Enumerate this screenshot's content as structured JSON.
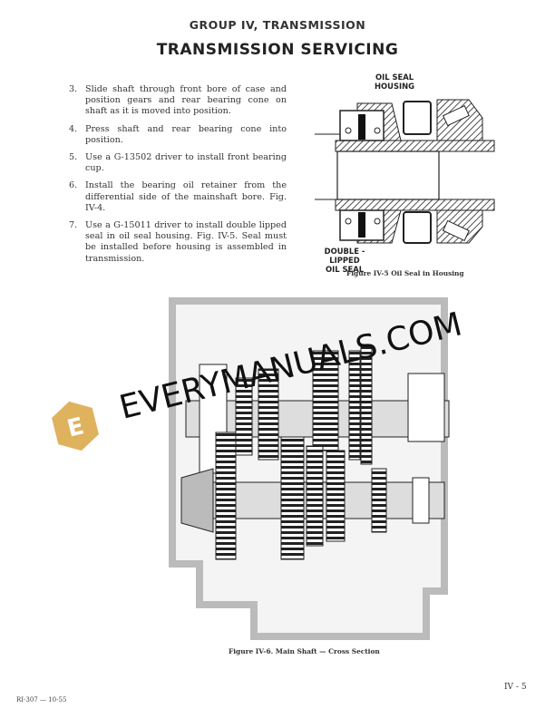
{
  "header": {
    "group": "GROUP IV, TRANSMISSION",
    "title": "TRANSMISSION SERVICING"
  },
  "steps": [
    {
      "num": "3.",
      "text": "Slide shaft through front bore of case and position gears and rear bearing cone on shaft as it is moved into position."
    },
    {
      "num": "4.",
      "text": "Press shaft and rear bearing cone into position."
    },
    {
      "num": "5.",
      "text": "Use a G-13502 driver to install front bearing cup."
    },
    {
      "num": "6.",
      "text": "Install the bearing oil retainer from the differential side of the mainshaft bore. Fig. IV-4."
    },
    {
      "num": "7.",
      "text": "Use a G-15011 driver to install double lipped seal in oil seal housing. Fig. IV-5. Seal must be installed before housing is assembled in transmission."
    }
  ],
  "figure5": {
    "label_top_1": "OIL SEAL",
    "label_top_2": "HOUSING",
    "label_bottom_1": "DOUBLE - LIPPED",
    "label_bottom_2": "OIL SEAL",
    "caption": "Figure IV-5  Oil Seal in Housing"
  },
  "figure6": {
    "caption": "Figure IV-6.  Main Shaft — Cross Section"
  },
  "watermark": {
    "text": "EVERYMANUALS.COM",
    "logo_letter": "E",
    "color": "#d9a441"
  },
  "footer": {
    "page": "IV - 5",
    "code": "RI-307 — 10-55"
  }
}
